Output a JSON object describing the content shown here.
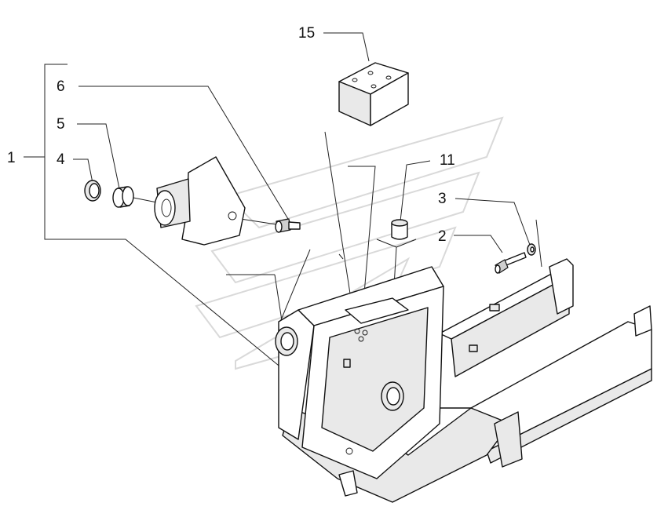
{
  "callouts": [
    {
      "id": "c1",
      "label": "1"
    },
    {
      "id": "c2",
      "label": "2"
    },
    {
      "id": "c3",
      "label": "3"
    },
    {
      "id": "c4",
      "label": "4"
    },
    {
      "id": "c5",
      "label": "5"
    },
    {
      "id": "c6",
      "label": "6"
    },
    {
      "id": "c11",
      "label": "11"
    },
    {
      "id": "c15",
      "label": "15"
    }
  ]
}
